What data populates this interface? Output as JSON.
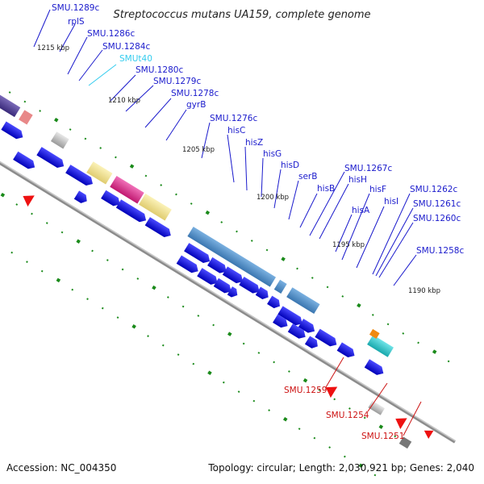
{
  "title": "Streptococcus mutans UA159, complete genome",
  "footer": {
    "accession": "Accession: NC_004350",
    "summary": "Topology: circular; Length: 2,030,921 bp; Genes: 2,040"
  },
  "colors": {
    "backbone": "#8c8c8c",
    "gene": "#1010e0",
    "label_blue": "#1a1acc",
    "label_cyan": "#33ccee",
    "label_red": "#cc1111",
    "ticks": "#1a8a1a",
    "rna_pink": "#e03090",
    "rna_yellow": "#f0e090",
    "steel_blue": "#4a86c0",
    "teal": "#30c8cc",
    "orange": "#f08a10",
    "red_arrow": "#ee1111",
    "grey": "#aaaaaa",
    "purple": "#4a3a8a",
    "salmon": "#e88888"
  },
  "scale_labels": [
    "1215 kbp",
    "1210 kbp",
    "1205 kbp",
    "1200 kbp",
    "1195 kbp",
    "1190 kbp"
  ],
  "gene_labels": [
    "SMU.1289c",
    "rplS",
    "SMU.1286c",
    "SMU.1284c",
    "SMUt40",
    "SMU.1280c",
    "SMU.1279c",
    "SMU.1278c",
    "gyrB",
    "SMU.1276c",
    "hisC",
    "hisZ",
    "hisG",
    "hisD",
    "serB",
    "hisB",
    "SMU.1267c",
    "hisH",
    "hisF",
    "hisA",
    "hisI",
    "SMU.1262c",
    "SMU.1261c",
    "SMU.1260c",
    "SMU.1258c"
  ],
  "red_labels": [
    "SMU.1259",
    "SMU.1254",
    "SMU.1251"
  ]
}
